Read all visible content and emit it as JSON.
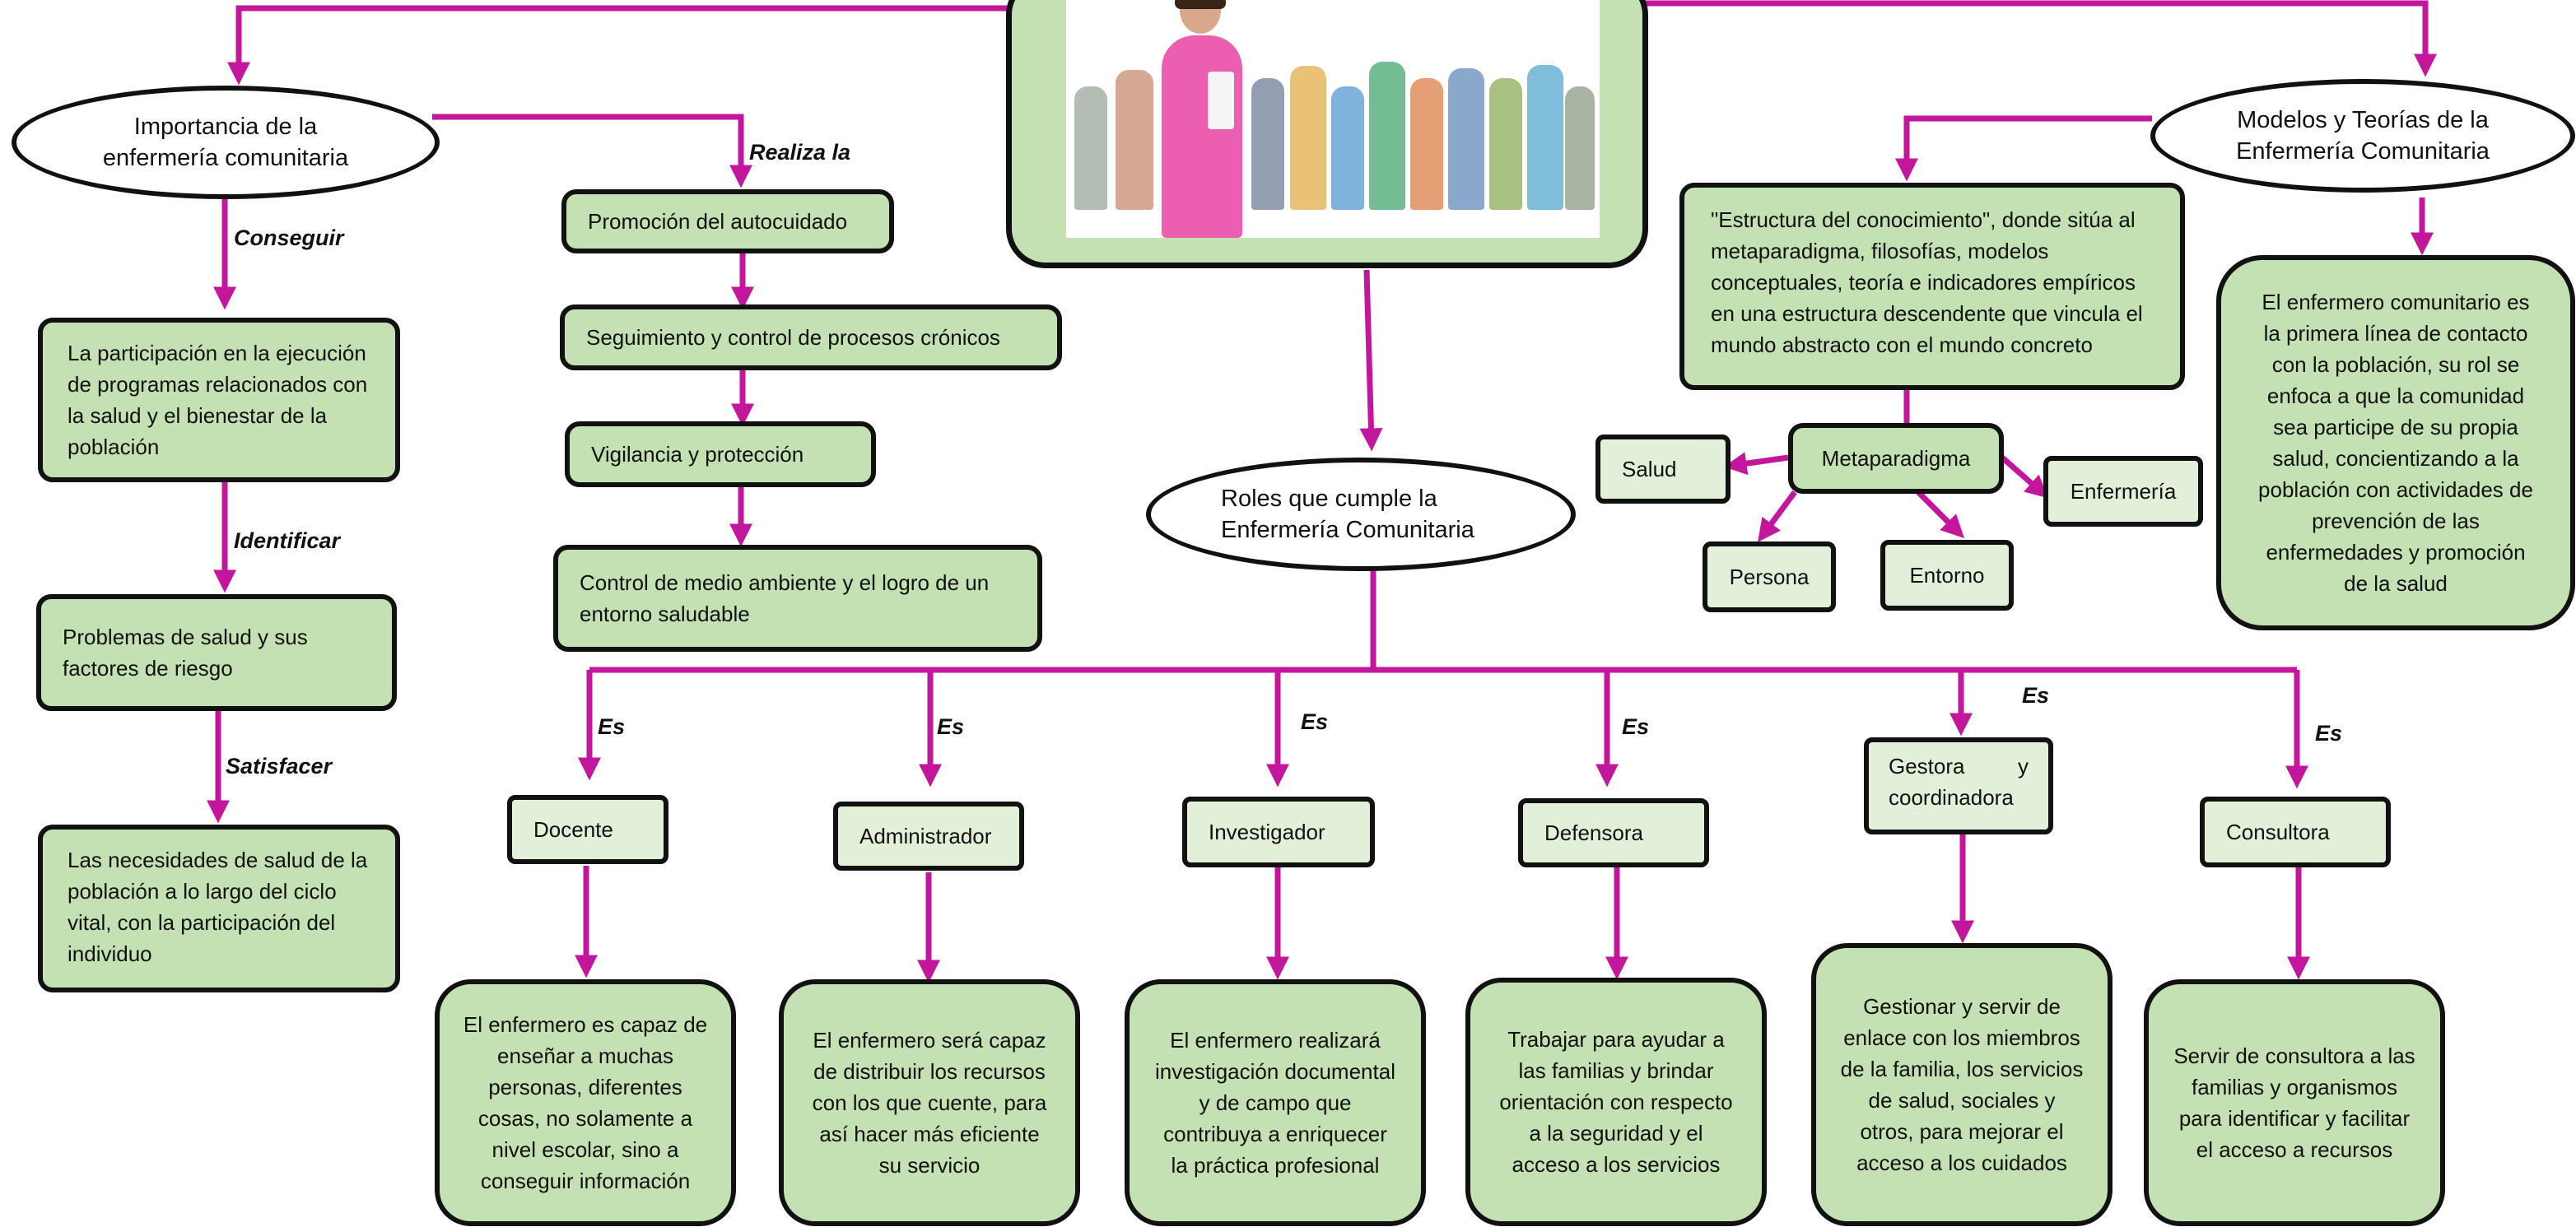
{
  "center": {
    "photo_label": "nurse-and-crowd"
  },
  "importance": {
    "title": "Importancia de la enfermería comunitaria",
    "label_conseguir": "Conseguir",
    "box_participacion": "La participación en la ejecución de programas relacionados con la salud y el bienestar de la población",
    "label_identificar": "Identificar",
    "box_problemas": "Problemas de salud y sus factores de riesgo",
    "label_satisfacer": "Satisfacer",
    "box_necesidades": "Las necesidades de salud de la población a lo largo del ciclo vital, con la participación del individuo"
  },
  "realiza": {
    "label": "Realiza la",
    "items": [
      "Promoción del autocuidado",
      "Seguimiento y control de procesos crónicos",
      "Vigilancia y protección",
      "Control de medio ambiente y el logro de un entorno saludable"
    ]
  },
  "models": {
    "title": "Modelos y Teorías de la Enfermería Comunitaria",
    "estructura": "\"Estructura del conocimiento\", donde sitúa al metaparadigma, filosofías, modelos conceptuales, teoría e indicadores empíricos en una estructura descendente que vincula el mundo abstracto con el mundo concreto",
    "metaparadigma": "Metaparadigma",
    "salud": "Salud",
    "persona": "Persona",
    "entorno": "Entorno",
    "enfermeria": "Enfermería",
    "enfermero_box": "El enfermero comunitario es la primera línea de contacto con la población, su rol se enfoca a que la comunidad sea participe de su propia salud, concientizando a la población con actividades de prevención de las enfermedades y promoción de la salud"
  },
  "roles": {
    "title": "Roles que cumple la Enfermería Comunitaria",
    "es_label": "Es",
    "items": [
      {
        "name": "Docente",
        "desc": "El enfermero es capaz de enseñar a muchas personas, diferentes cosas, no solamente a nivel escolar, sino a conseguir información"
      },
      {
        "name": "Administrador",
        "desc": "El enfermero será capaz de distribuir los recursos con los que cuente, para así hacer más eficiente su servicio"
      },
      {
        "name": "Investigador",
        "desc": "El enfermero realizará investigación documental y de campo que contribuya a enriquecer la práctica profesional"
      },
      {
        "name": "Defensora",
        "desc": "Trabajar para ayudar a las familias y brindar orientación con respecto a la seguridad y el acceso a los servicios"
      },
      {
        "name": "Gestora y coordinadora",
        "desc": "Gestionar y servir de enlace con los miembros de la familia, los servicios de salud, sociales y otros, para mejorar el acceso a los cuidados"
      },
      {
        "name": "Consultora",
        "desc": "Servir de consultora a las familias y organismos para identificar y facilitar el acceso a recursos"
      }
    ]
  },
  "colors": {
    "arrow": "#c2179c",
    "box_fill": "#c4e1b3",
    "box_fill_pale": "#e3f0d9",
    "border": "#111111"
  }
}
